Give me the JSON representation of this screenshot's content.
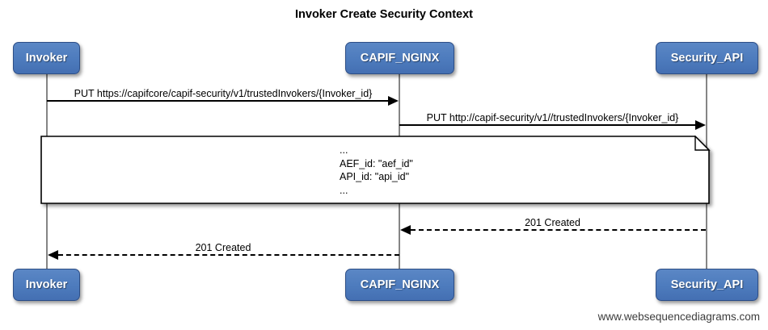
{
  "diagram": {
    "title": "Invoker Create Security Context",
    "watermark": "www.websequencediagrams.com"
  },
  "actors": [
    {
      "id": "invoker",
      "label": "Invoker"
    },
    {
      "id": "capif-nginx",
      "label": "CAPIF_NGINX"
    },
    {
      "id": "security-api",
      "label": "Security_API"
    }
  ],
  "messages": [
    {
      "from": "Invoker",
      "to": "CAPIF_NGINX",
      "style": "solid",
      "label": "PUT https://capifcore/capif-security/v1/trustedInvokers/{Invoker_id}"
    },
    {
      "from": "CAPIF_NGINX",
      "to": "Security_API",
      "style": "solid",
      "label": "PUT http://capif-security/v1//trustedInvokers/{Invoker_id}"
    },
    {
      "from": "Security_API",
      "to": "CAPIF_NGINX",
      "style": "dashed",
      "label": "201 Created"
    },
    {
      "from": "CAPIF_NGINX",
      "to": "Invoker",
      "style": "dashed",
      "label": "201 Created"
    }
  ],
  "note": {
    "text": "...\nAEF_id: \"aef_id\"\nAPI_id: \"api_id\"\n..."
  },
  "colors": {
    "actor_fill": "#4d7bbd",
    "actor_border": "#2d4e86",
    "lifeline": "#858585",
    "message": "#000000",
    "note_fill": "#ffffff",
    "watermark_text": "#3c3c3c"
  }
}
